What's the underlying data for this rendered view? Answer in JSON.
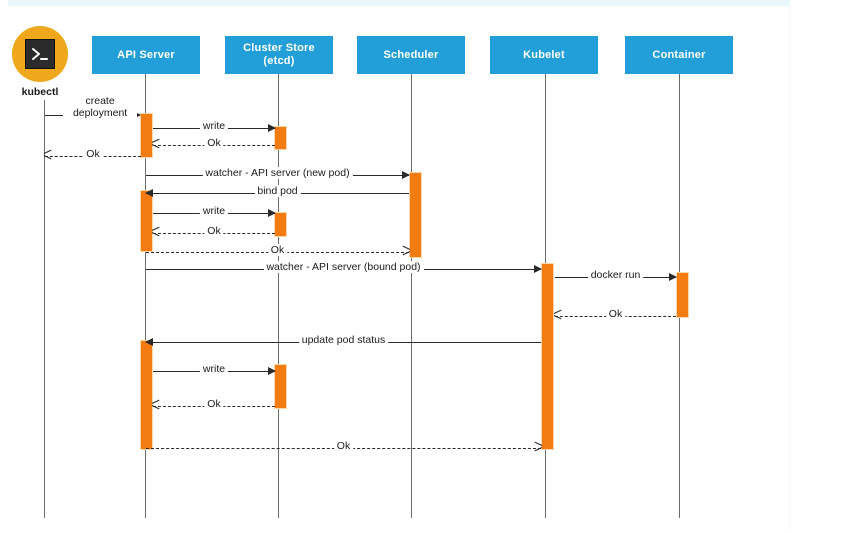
{
  "diagram": {
    "title": "Kubernetes pod creation sequence diagram",
    "colors": {
      "participant_box": "#229FD8",
      "activation_bar": "#F47B11",
      "actor_circle": "#EFA81B",
      "lifeline": "#6b6b6b",
      "message": "#2a2a2a"
    },
    "actor": {
      "name": "kubectl",
      "icon": "terminal-icon",
      "glyph": ">_"
    },
    "participants": [
      {
        "id": "apiserver",
        "label": "API Server"
      },
      {
        "id": "etcd",
        "label": "Cluster Store\n(etcd)",
        "line1": "Cluster Store",
        "line2": "(etcd)"
      },
      {
        "id": "scheduler",
        "label": "Scheduler"
      },
      {
        "id": "kubelet",
        "label": "Kubelet"
      },
      {
        "id": "container",
        "label": "Container"
      }
    ],
    "messages": [
      {
        "id": "m1",
        "label": "create deployment",
        "from": "kubectl",
        "to": "apiserver",
        "style": "solid"
      },
      {
        "id": "m2",
        "label": "write",
        "from": "apiserver",
        "to": "etcd",
        "style": "solid"
      },
      {
        "id": "m3",
        "label": "Ok",
        "from": "etcd",
        "to": "apiserver",
        "style": "dashed"
      },
      {
        "id": "m4",
        "label": "Ok",
        "from": "apiserver",
        "to": "kubectl",
        "style": "dashed"
      },
      {
        "id": "m5",
        "label": "watcher - API server (new pod)",
        "from": "apiserver",
        "to": "scheduler",
        "style": "solid"
      },
      {
        "id": "m6",
        "label": "bind pod",
        "from": "scheduler",
        "to": "apiserver",
        "style": "solid"
      },
      {
        "id": "m7",
        "label": "write",
        "from": "apiserver",
        "to": "etcd",
        "style": "solid"
      },
      {
        "id": "m8",
        "label": "Ok",
        "from": "etcd",
        "to": "apiserver",
        "style": "dashed"
      },
      {
        "id": "m9",
        "label": "Ok",
        "from": "apiserver",
        "to": "scheduler",
        "style": "dashed"
      },
      {
        "id": "m10",
        "label": "watcher - API server (bound pod)",
        "from": "apiserver",
        "to": "kubelet",
        "style": "solid"
      },
      {
        "id": "m11",
        "label": "docker run",
        "from": "kubelet",
        "to": "container",
        "style": "solid"
      },
      {
        "id": "m12",
        "label": "Ok",
        "from": "container",
        "to": "kubelet",
        "style": "dashed"
      },
      {
        "id": "m13",
        "label": "update pod status",
        "from": "kubelet",
        "to": "apiserver",
        "style": "solid"
      },
      {
        "id": "m14",
        "label": "write",
        "from": "apiserver",
        "to": "etcd",
        "style": "solid"
      },
      {
        "id": "m15",
        "label": "Ok",
        "from": "etcd",
        "to": "apiserver",
        "style": "dashed"
      },
      {
        "id": "m16",
        "label": "Ok",
        "from": "apiserver",
        "to": "kubelet",
        "style": "dashed"
      }
    ]
  }
}
